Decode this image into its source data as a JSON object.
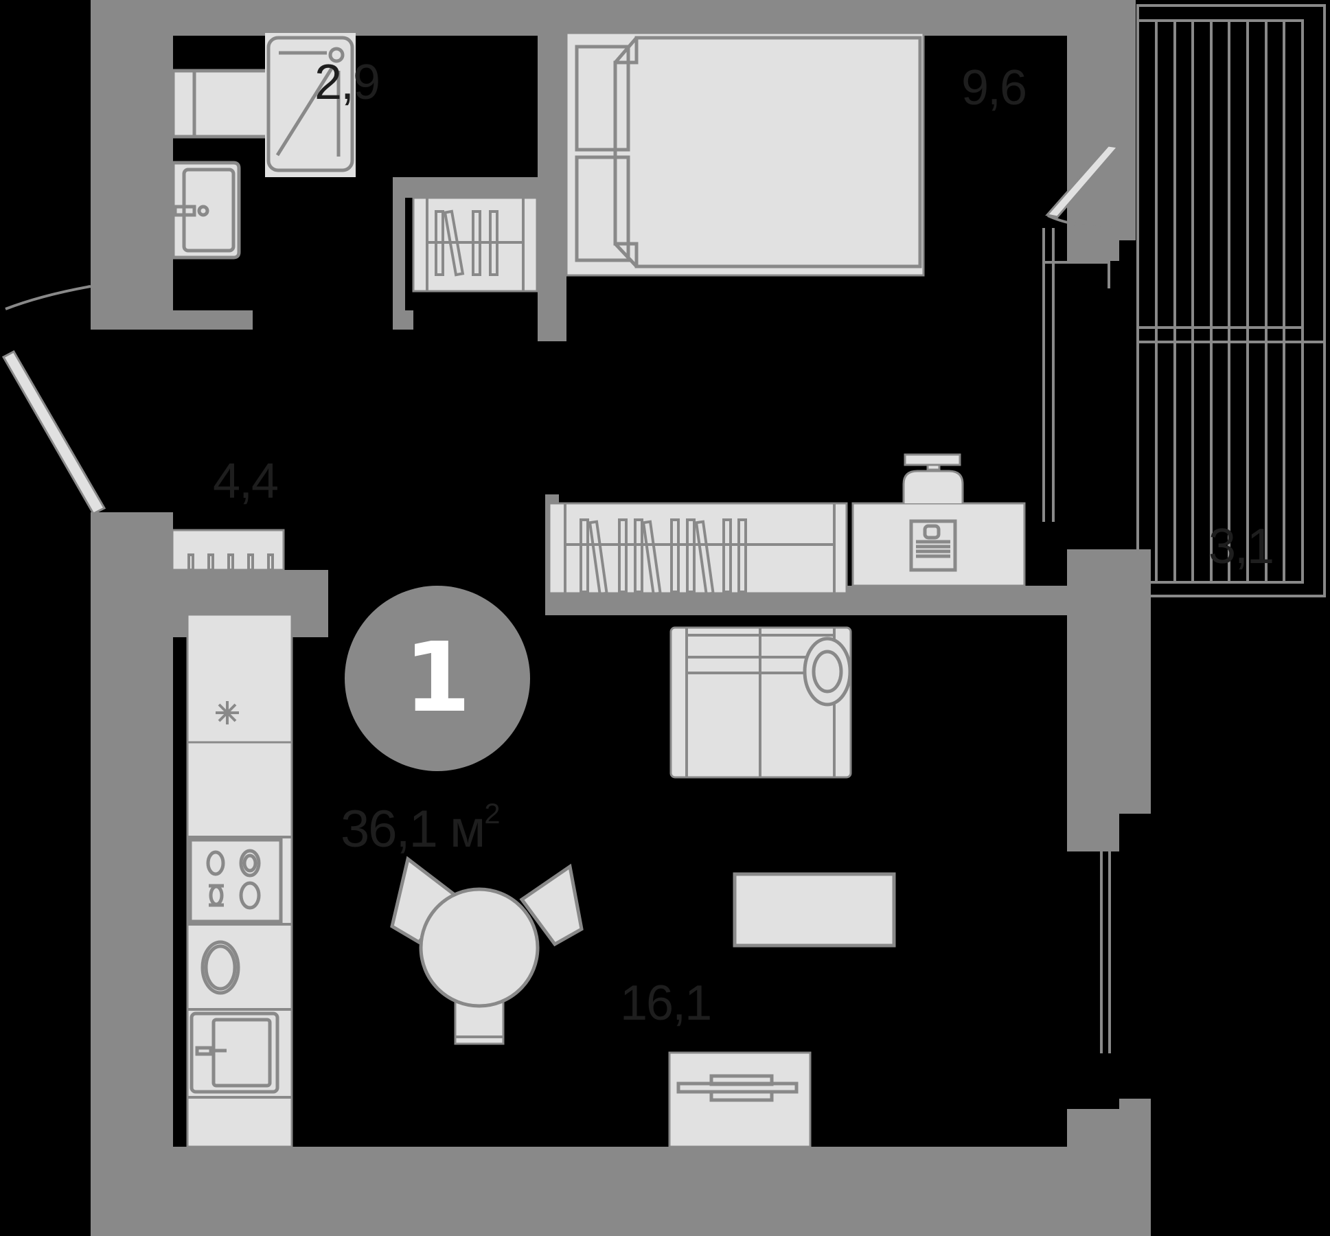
{
  "plan": {
    "type": "apartment floor plan",
    "rooms_count_badge": "1",
    "total_area": "36,1",
    "total_area_unit": "м",
    "total_area_unit_power": "2",
    "colors": {
      "background": "#000000",
      "wall": "#898989",
      "furniture_fill": "#e1e1e1",
      "furniture_stroke": "#898989",
      "label_text": "#1e1e1e",
      "badge_text": "#ffffff"
    },
    "rooms": [
      {
        "name": "bathroom",
        "area": "2,9"
      },
      {
        "name": "bedroom",
        "area": "9,6"
      },
      {
        "name": "hallway",
        "area": "4,4"
      },
      {
        "name": "balcony",
        "area": "3,1"
      },
      {
        "name": "kitchen-living",
        "area": "16,1"
      }
    ],
    "fixtures": [
      "toilet",
      "washbasin",
      "shower-tray",
      "wardrobe",
      "double-bed",
      "coat-rack",
      "fridge",
      "cooktop",
      "washing-machine",
      "kitchen-sink",
      "bookshelf",
      "desk",
      "office-chair",
      "sofa",
      "floor-lamp",
      "dining-table",
      "dining-chairs",
      "coffee-table",
      "tv-stand",
      "entrance-door",
      "balcony-door",
      "windows"
    ]
  }
}
